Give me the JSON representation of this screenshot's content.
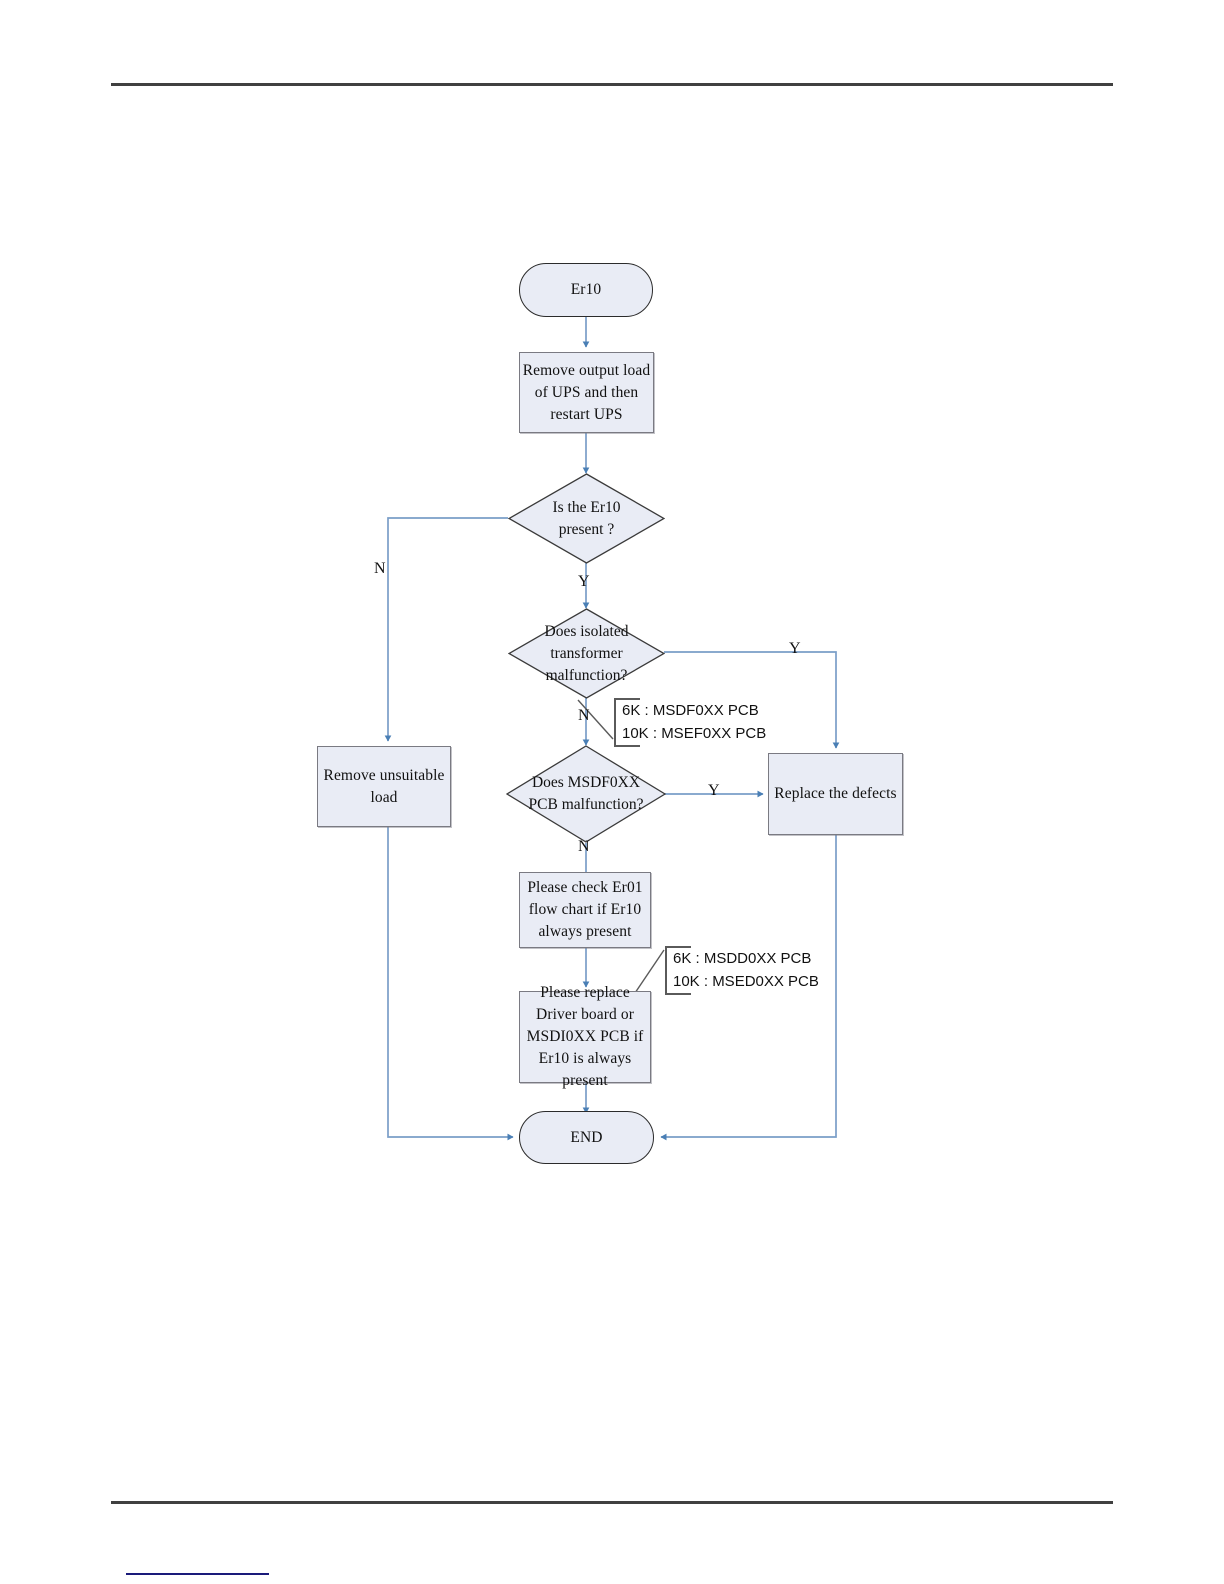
{
  "document": {
    "type": "flow-chart",
    "title": "Er10 troubleshooting flow chart",
    "header_rule": true,
    "footer_rule": true,
    "footnote_rule": true
  },
  "chart_data": {
    "type": "flowchart",
    "title": "Er10 troubleshooting flow chart",
    "nodes": [
      {
        "id": "start",
        "shape": "terminator",
        "text": "Er10"
      },
      {
        "id": "remove_load",
        "shape": "process",
        "text": "Remove output load of UPS and then restart UPS"
      },
      {
        "id": "q_er10",
        "shape": "decision",
        "text": "Is the Er10 present ?"
      },
      {
        "id": "q_transformer",
        "shape": "decision",
        "text": "Does isolated transformer malfunction?"
      },
      {
        "id": "q_msdf0xx",
        "shape": "decision",
        "text": "Does MSDF0XX PCB malfunction?"
      },
      {
        "id": "unsuitable",
        "shape": "process",
        "text": "Remove unsuitable load"
      },
      {
        "id": "replace",
        "shape": "process",
        "text": "Replace the defects"
      },
      {
        "id": "check_er01",
        "shape": "process",
        "text": "Please check Er01 flow chart if Er10 always present"
      },
      {
        "id": "replace_drv",
        "shape": "process",
        "text": "Please replace Driver board or MSDI0XX PCB if Er10 is always present"
      },
      {
        "id": "end",
        "shape": "terminator",
        "text": "END"
      }
    ],
    "edges": [
      {
        "from": "start",
        "to": "remove_load",
        "label": ""
      },
      {
        "from": "remove_load",
        "to": "q_er10",
        "label": ""
      },
      {
        "from": "q_er10",
        "to": "unsuitable",
        "label": "N"
      },
      {
        "from": "q_er10",
        "to": "q_transformer",
        "label": "Y"
      },
      {
        "from": "q_transformer",
        "to": "replace",
        "label": "Y"
      },
      {
        "from": "q_transformer",
        "to": "q_msdf0xx",
        "label": "N"
      },
      {
        "from": "q_msdf0xx",
        "to": "replace",
        "label": "Y"
      },
      {
        "from": "q_msdf0xx",
        "to": "check_er01",
        "label": "N"
      },
      {
        "from": "check_er01",
        "to": "replace_drv",
        "label": ""
      },
      {
        "from": "replace_drv",
        "to": "end",
        "label": ""
      },
      {
        "from": "unsuitable",
        "to": "end",
        "label": ""
      },
      {
        "from": "replace",
        "to": "end",
        "label": ""
      }
    ],
    "annotations": [
      {
        "id": "note_f",
        "attached_to": "q_msdf0xx",
        "lines": [
          "6K : MSDF0XX PCB",
          "10K : MSEF0XX PCB"
        ]
      },
      {
        "id": "note_d",
        "attached_to": "replace_drv",
        "lines": [
          "6K : MSDD0XX PCB",
          "10K : MSED0XX PCB"
        ]
      }
    ],
    "colors": {
      "node_fill": "#e9ecf5",
      "process_border": "#7a7a82",
      "terminator_border": "#2b2b2b",
      "connector": "#7a9ec8",
      "arrow_head": "#4a7fb5",
      "rule": "#404040",
      "footnote_rule": "#1a1a7a",
      "callout_border": "#5a5a5a"
    }
  },
  "nodes": {
    "start": {
      "label": "Er10"
    },
    "remove_load": {
      "line1": "Remove output load",
      "line2": "of UPS and then",
      "line3": "restart UPS"
    },
    "q_er10": {
      "line1": "Is the Er10",
      "line2": "present ?"
    },
    "q_transformer": {
      "line1": "Does isolated",
      "line2": "transformer",
      "line3": "malfunction?"
    },
    "q_msdf0xx": {
      "line1": "Does MSDF0XX",
      "line2": "PCB malfunction?"
    },
    "unsuitable": {
      "line1": "Remove unsuitable",
      "line2": "load"
    },
    "replace": {
      "label": "Replace the defects"
    },
    "check_er01": {
      "line1": "Please check Er01",
      "line2": "flow chart if Er10",
      "line3": "always present"
    },
    "replace_drv": {
      "line1": "Please replace",
      "line2": "Driver board or",
      "line3": "MSDI0XX PCB if",
      "line4": "Er10 is always",
      "line5": "present"
    },
    "end": {
      "label": "END"
    }
  },
  "branch_labels": {
    "er10_no": "N",
    "er10_yes": "Y",
    "transformer_yes": "Y",
    "transformer_no": "N",
    "msdf_yes": "Y",
    "msdf_no": "N"
  },
  "annotations": {
    "note_f": {
      "line1": "6K : MSDF0XX PCB",
      "line2": "10K : MSEF0XX PCB"
    },
    "note_d": {
      "line1": "6K : MSDD0XX PCB",
      "line2": "10K : MSED0XX PCB"
    }
  }
}
